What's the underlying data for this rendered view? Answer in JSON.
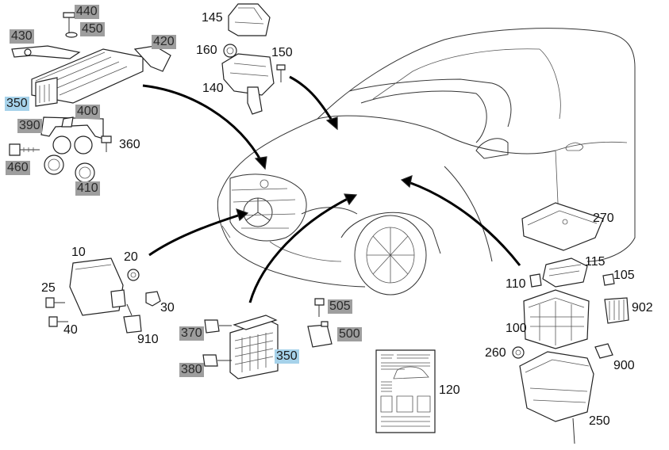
{
  "corner_mark": "",
  "labels": {
    "p440": "440",
    "p450": "450",
    "p430": "430",
    "p420": "420",
    "p350a": "350",
    "p400": "400",
    "p390": "390",
    "p360": "360",
    "p460": "460",
    "p410": "410",
    "p145": "145",
    "p160": "160",
    "p150": "150",
    "p140": "140",
    "p270": "270",
    "p115": "115",
    "p110": "110",
    "p105": "105",
    "p902": "902",
    "p100": "100",
    "p260": "260",
    "p900": "900",
    "p250": "250",
    "p10": "10",
    "p20": "20",
    "p25": "25",
    "p30": "30",
    "p40": "40",
    "p910": "910",
    "p505": "505",
    "p500": "500",
    "p370": "370",
    "p380": "380",
    "p350b": "350",
    "p120": "120"
  },
  "colors": {
    "gray_highlight": "#9e9e9e",
    "blue_highlight": "#a6d2ea"
  }
}
